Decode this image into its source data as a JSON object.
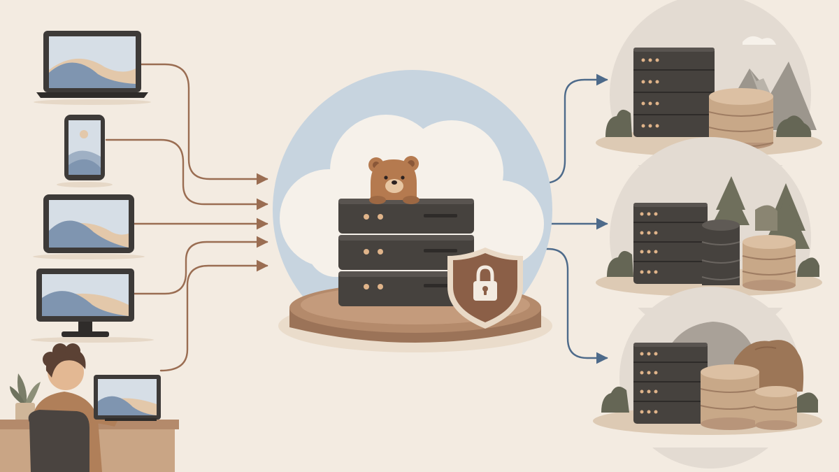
{
  "diagram": {
    "type": "architecture",
    "text_labels": [],
    "clients": [
      {
        "kind": "laptop"
      },
      {
        "kind": "smartphone"
      },
      {
        "kind": "tablet"
      },
      {
        "kind": "desktop-monitor"
      },
      {
        "kind": "person-at-laptop"
      }
    ],
    "hub": {
      "kind": "cloud-server",
      "mascot": "bear",
      "badge": "lock-shield"
    },
    "destinations": [
      {
        "kind": "data-center",
        "scenery": "mountains"
      },
      {
        "kind": "data-center",
        "scenery": "forest"
      },
      {
        "kind": "data-center",
        "scenery": "rocks"
      }
    ],
    "connections": {
      "inbound_count": 5,
      "outbound_count": 3
    }
  },
  "colors": {
    "background": "#f3ebe1",
    "inbound_arrow": "#9a6d52",
    "outbound_arrow": "#4d6a8a",
    "server": "#46423e",
    "server_light": "#595450",
    "server_led": "#e0b48a",
    "cloud_halo": "#c7d4df",
    "cloud": "#f6f1ea",
    "pedestal": "#b48a6b",
    "shield": "#8b5f47",
    "bear": "#b57a4f",
    "screen_sky": "#d6dee6",
    "screen_hill": "#7f95b0",
    "screen_sand": "#e3c8aa",
    "storage": "#c8a888"
  }
}
